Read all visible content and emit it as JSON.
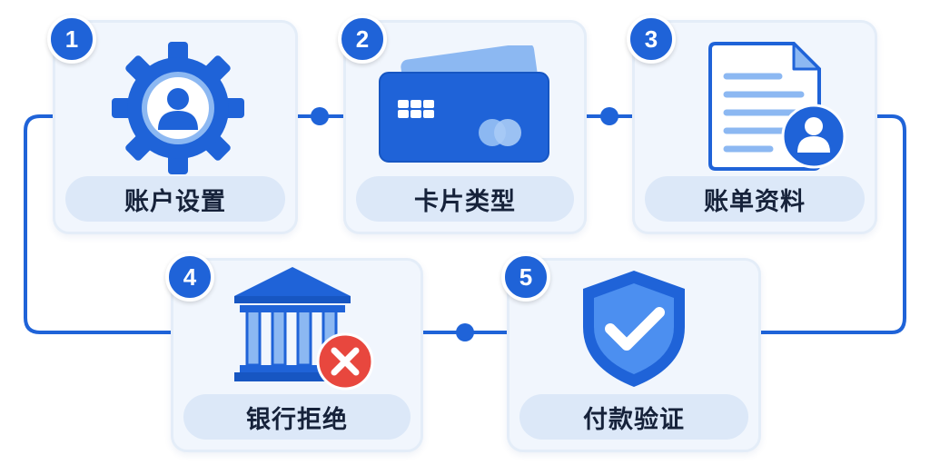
{
  "steps": [
    {
      "number": "1",
      "label": "账户设置",
      "icon": "gear-user-icon"
    },
    {
      "number": "2",
      "label": "卡片类型",
      "icon": "credit-card-icon"
    },
    {
      "number": "3",
      "label": "账单资料",
      "icon": "document-user-icon"
    },
    {
      "number": "4",
      "label": "银行拒绝",
      "icon": "bank-declined-icon"
    },
    {
      "number": "5",
      "label": "付款验证",
      "icon": "shield-check-icon"
    }
  ],
  "colors": {
    "primary": "#1f63d8",
    "light_blue": "#8cb8f2",
    "card_bg": "#f1f6fd",
    "label_bg": "#dce8f8",
    "decline_red": "#e8473e",
    "line": "#1f63d8"
  }
}
